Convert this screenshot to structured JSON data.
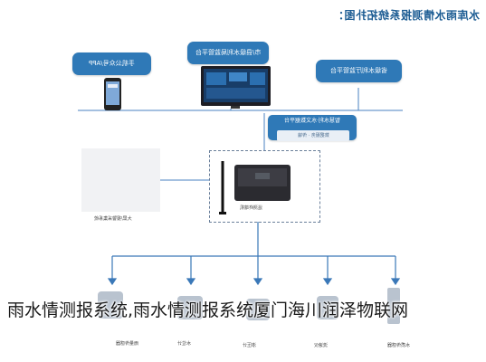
{
  "diagram": {
    "title": "水库雨水情测报系统拓扑图：",
    "nodes": {
      "app": "手机公众号/APP",
      "city": "市/县级水利局监管平台",
      "province": "省级水利厅监管平台",
      "platform_title": "智慧水利·水文数据平台",
      "platform_sub": "数据服务 · 传输",
      "rtu": "遥测终端机",
      "sensor_group": "大屏/报警采集系统"
    },
    "sensors": [
      "雨量传感器",
      "水位计",
      "渗压计",
      "流速仪",
      "水质传感器"
    ]
  },
  "caption": "雨水情测报系统,雨水情测报系统厦门海川润泽物联网",
  "colors": {
    "accent": "#2f79b7",
    "line": "#3a78b8",
    "title": "#1c5c93"
  }
}
